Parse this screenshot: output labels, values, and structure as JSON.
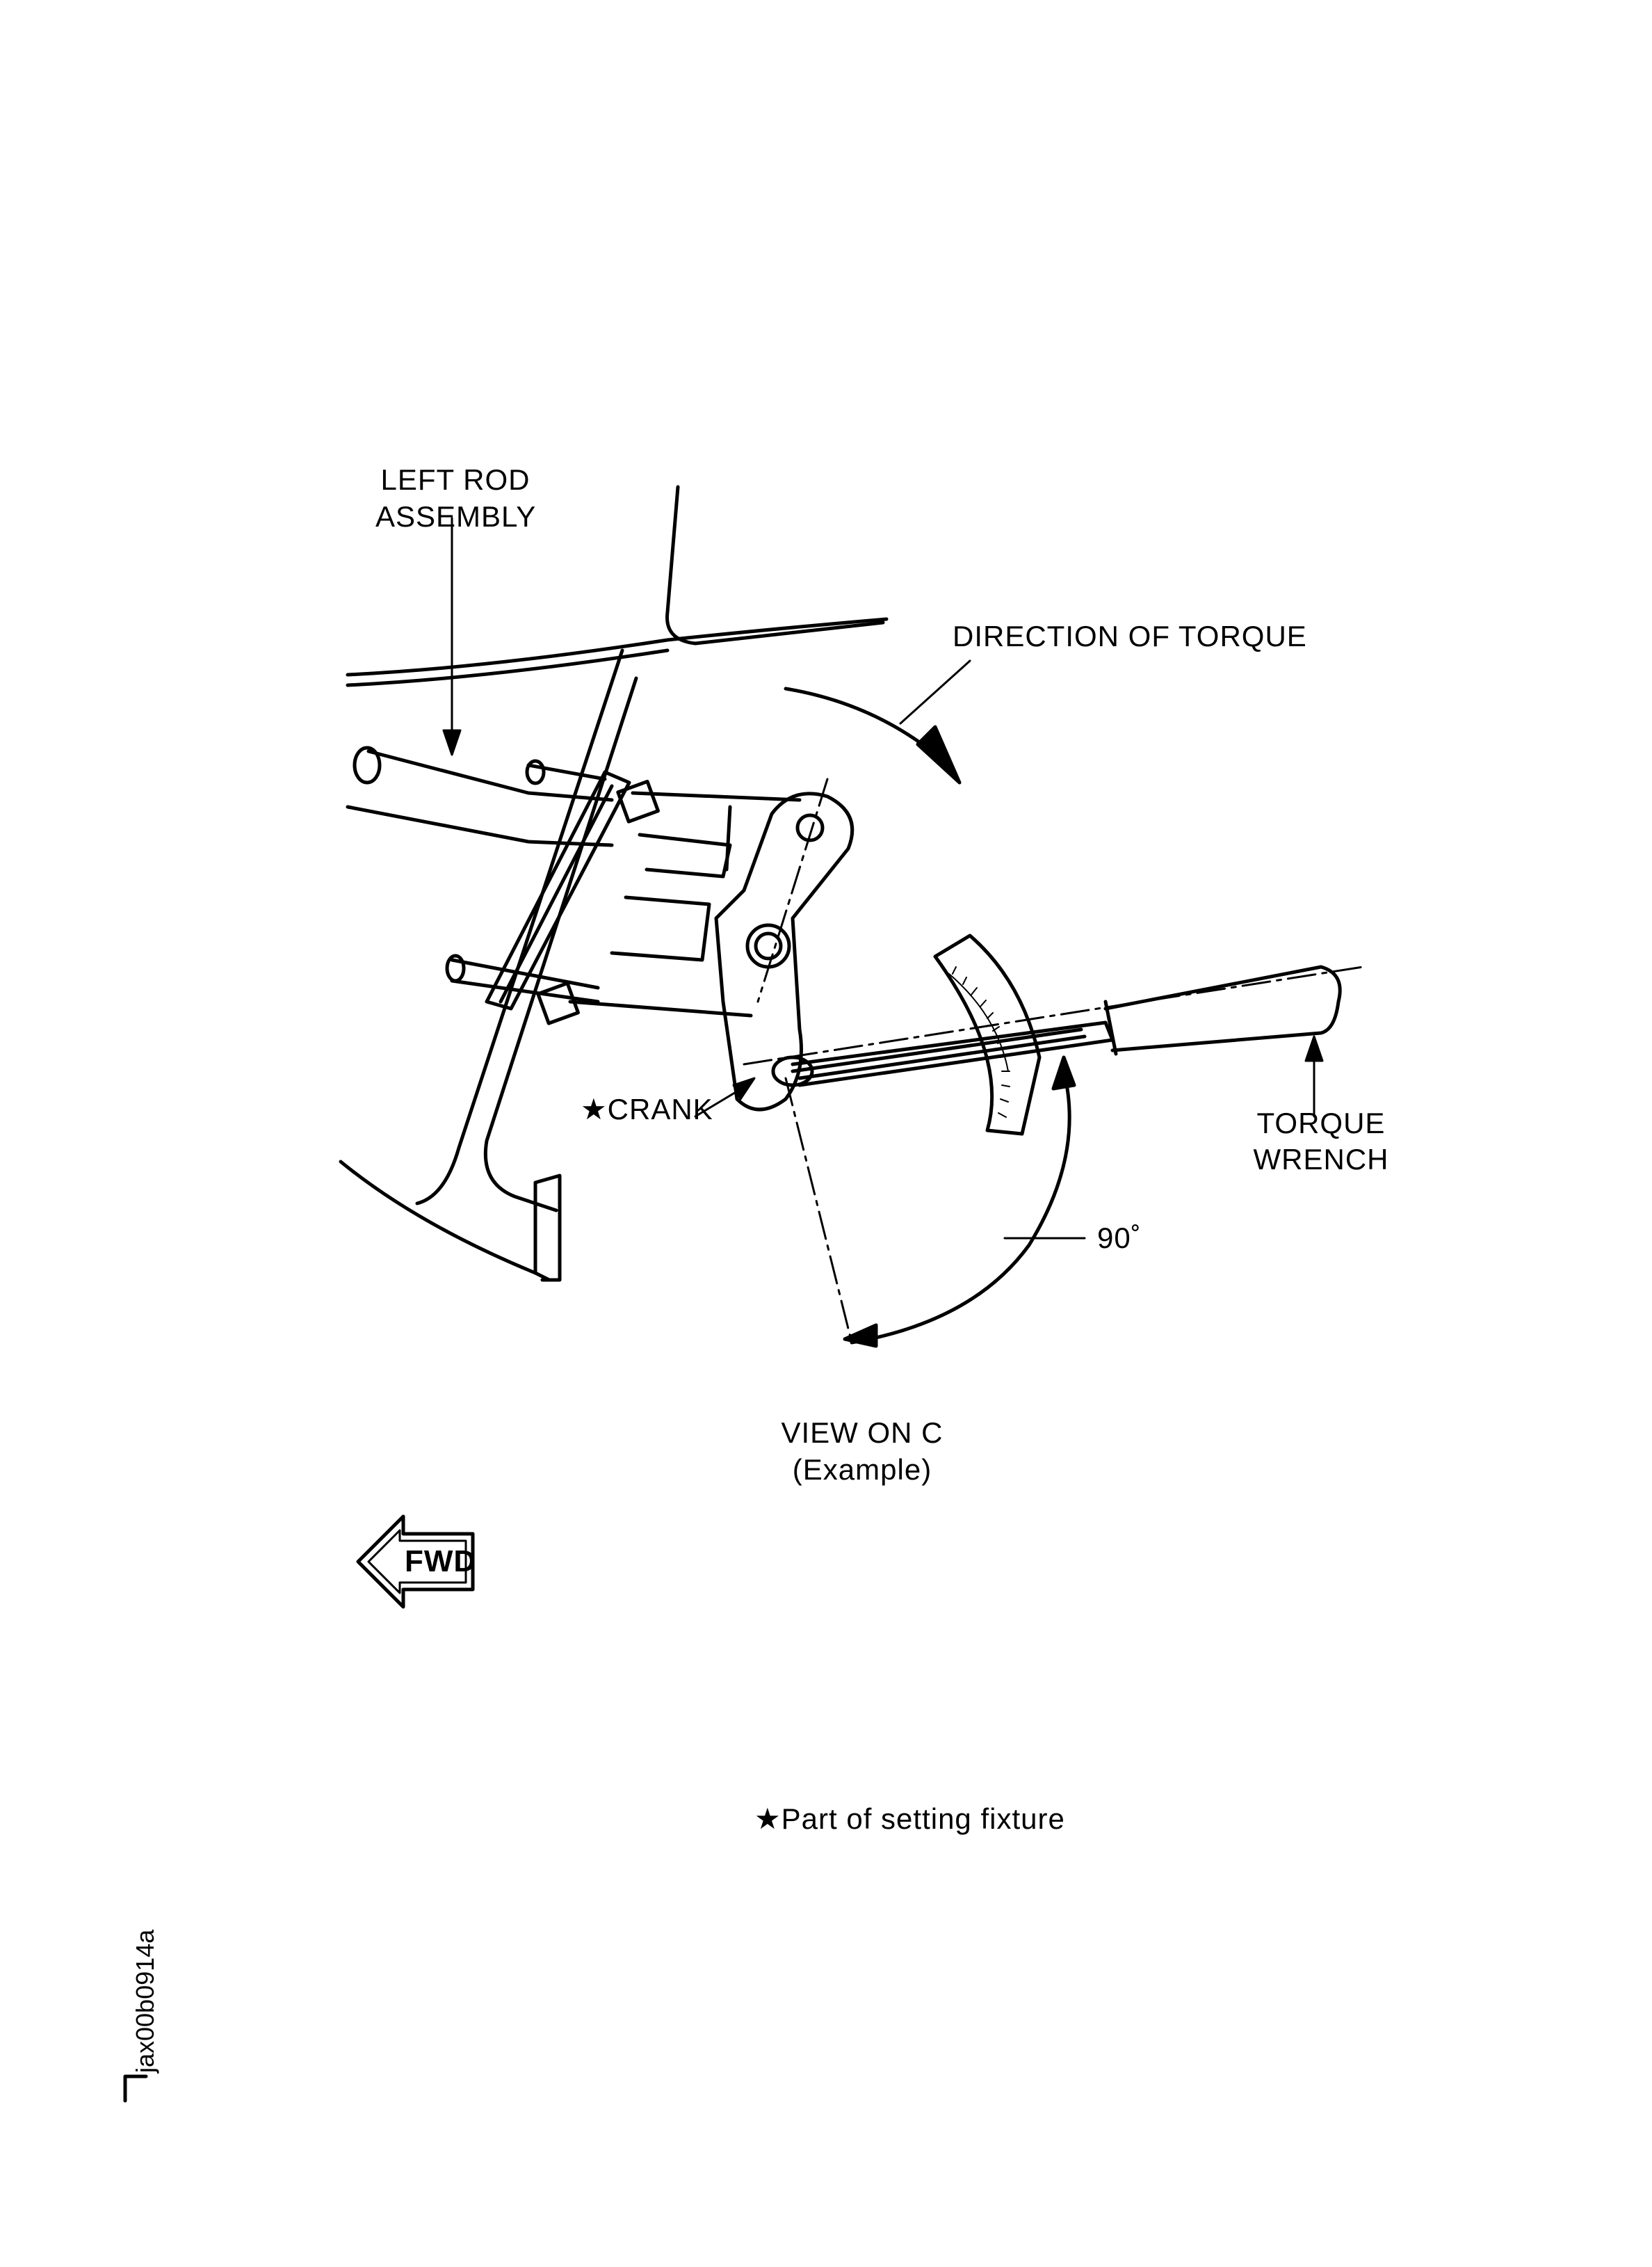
{
  "labels": {
    "left_rod": "LEFT ROD",
    "assembly": "ASSEMBLY",
    "direction_of_torque": "DIRECTION OF TORQUE",
    "crank": "★CRANK",
    "torque": "TORQUE",
    "wrench": "WRENCH",
    "angle": "90˚",
    "view": "VIEW ON C",
    "example": "(Example)",
    "fwd": "FWD",
    "footnote": "★Part of setting fixture",
    "figure_code": "jax00b0914a"
  },
  "colors": {
    "ink": "#000000",
    "paper": "#ffffff"
  }
}
